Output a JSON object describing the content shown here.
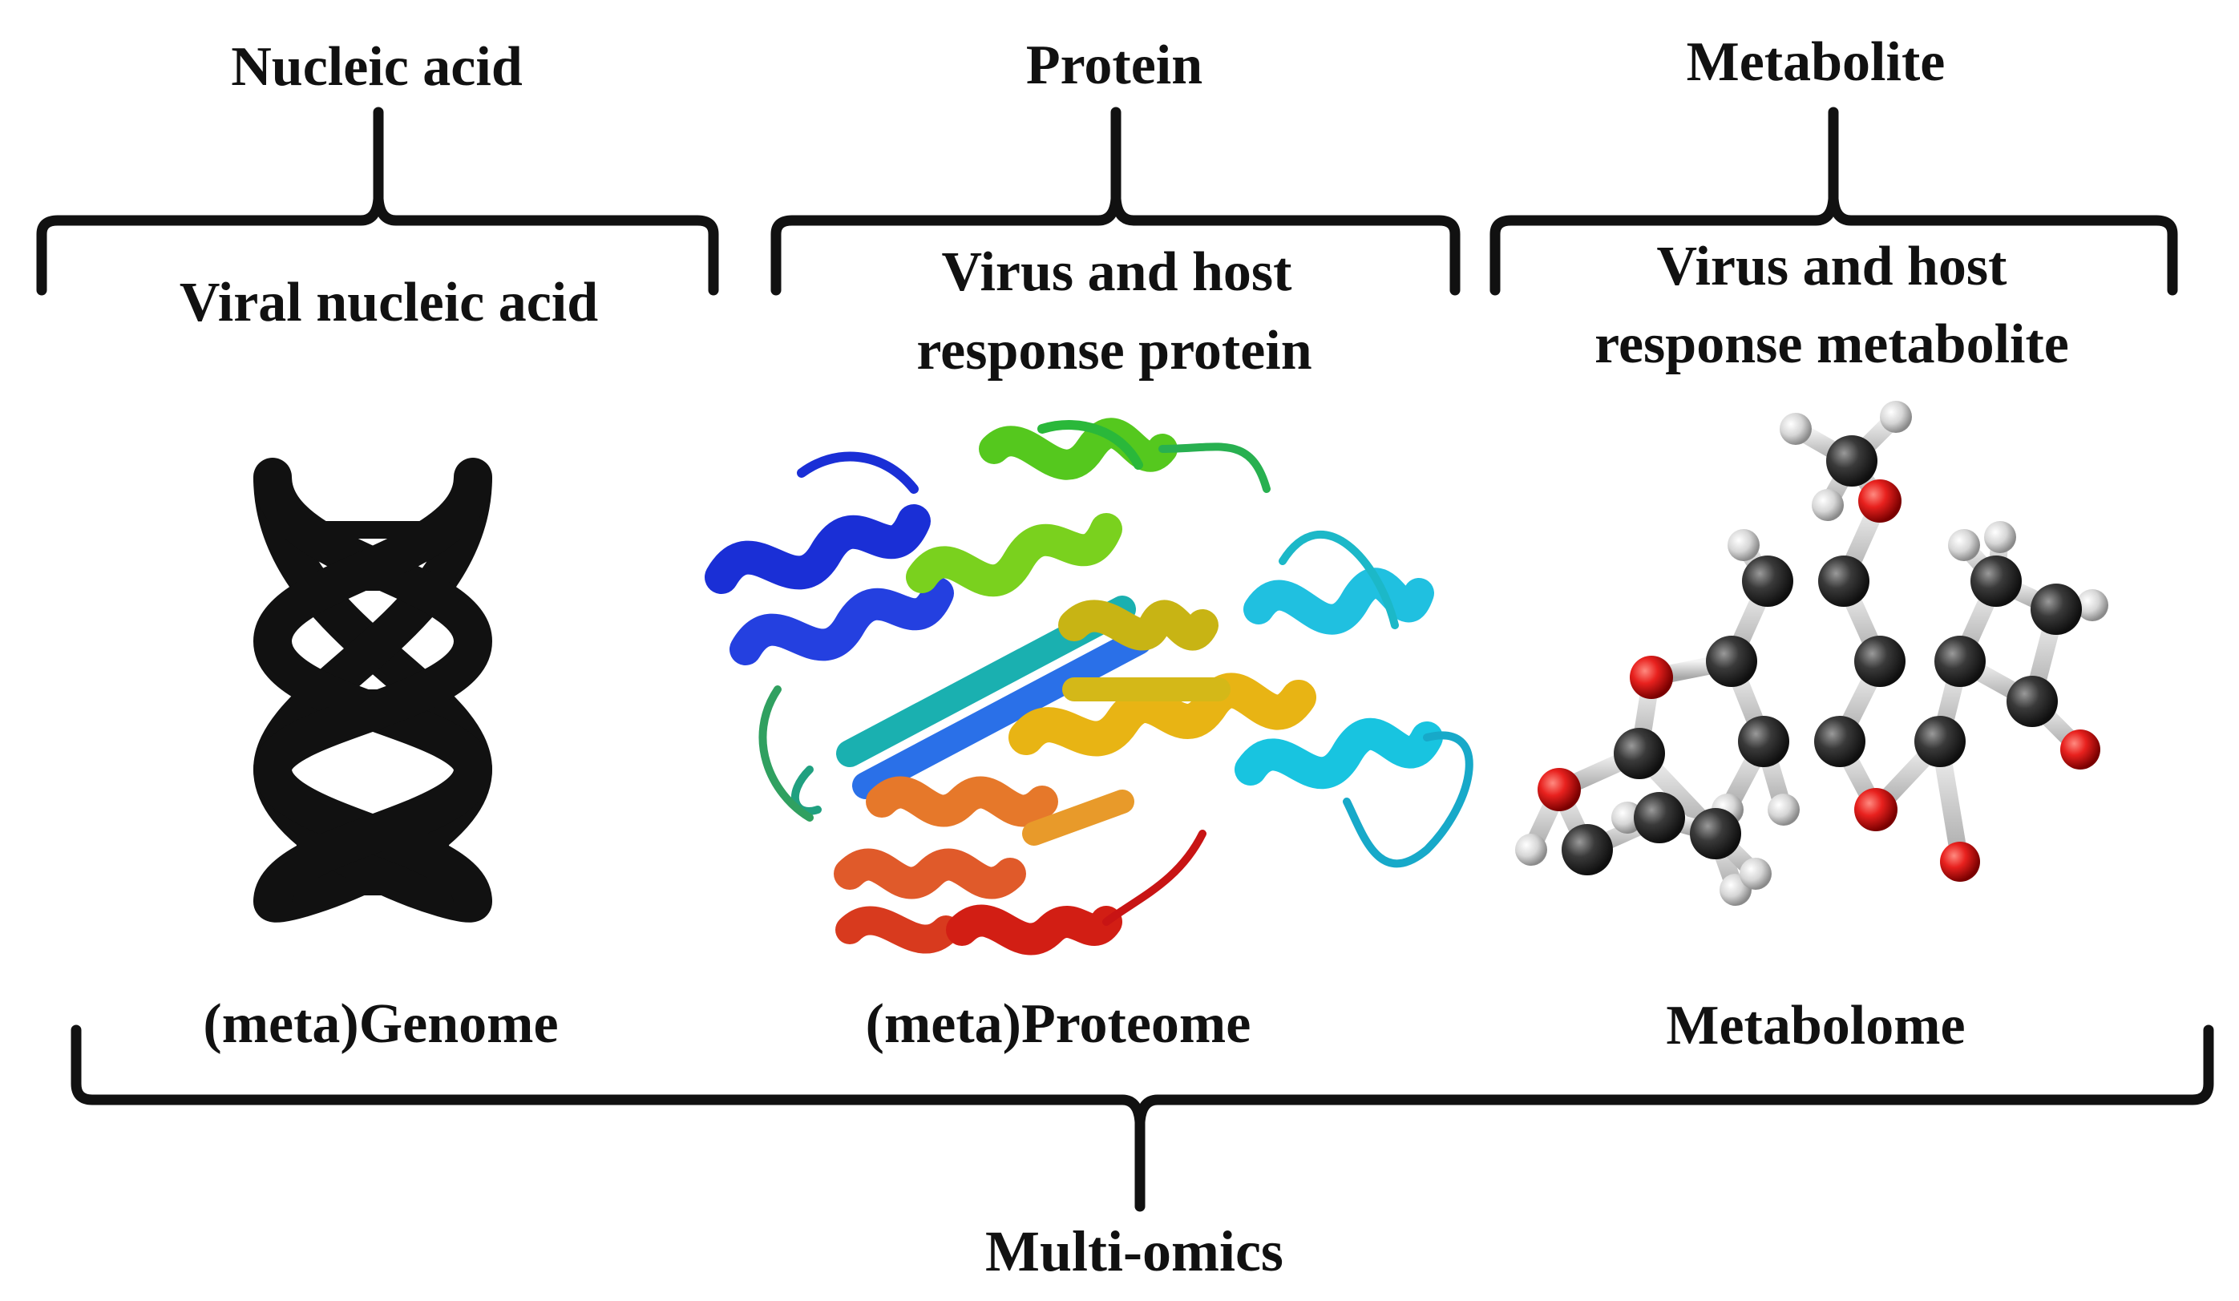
{
  "columns": [
    {
      "category": "Nucleic acid",
      "analyte": [
        "Viral nucleic acid"
      ],
      "omics": "(meta)Genome",
      "illustration": "dna-double-helix-icon"
    },
    {
      "category": "Protein",
      "analyte": [
        "Virus and host",
        "response protein"
      ],
      "omics": "(meta)Proteome",
      "illustration": "protein-ribbon-structure"
    },
    {
      "category": "Metabolite",
      "analyte": [
        "Virus and host",
        "response metabolite"
      ],
      "omics": "Metabolome",
      "illustration": "ball-and-stick-molecule"
    }
  ],
  "footer": {
    "label": "Multi-omics"
  },
  "colors": {
    "text": "#111111",
    "bracket": "#111111",
    "oxygen": "#e8211e",
    "carbon": "#333333",
    "hydrogen": "#d9d9d9"
  }
}
